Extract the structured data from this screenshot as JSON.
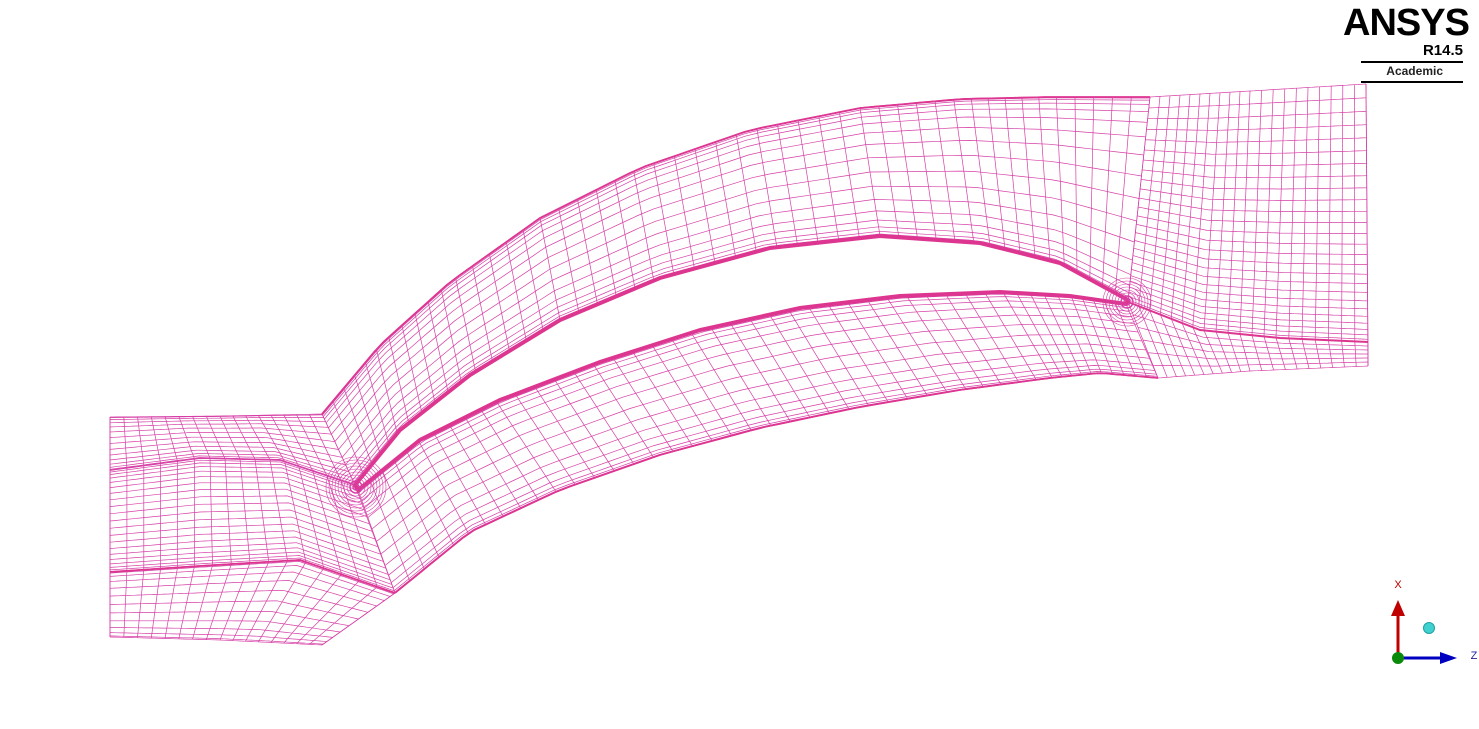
{
  "logo": {
    "brand": "ANSYS",
    "version": "R14.5",
    "edition": "Academic"
  },
  "triad": {
    "x_label": "X",
    "z_label": "Z"
  },
  "colors": {
    "mesh": "#d63fa6",
    "mesh_dense": "#dd3690",
    "x_axis": "#c00000",
    "z_axis": "#0000c0",
    "origin": "#0a8a0a",
    "view_sphere": "#40d0d0"
  }
}
